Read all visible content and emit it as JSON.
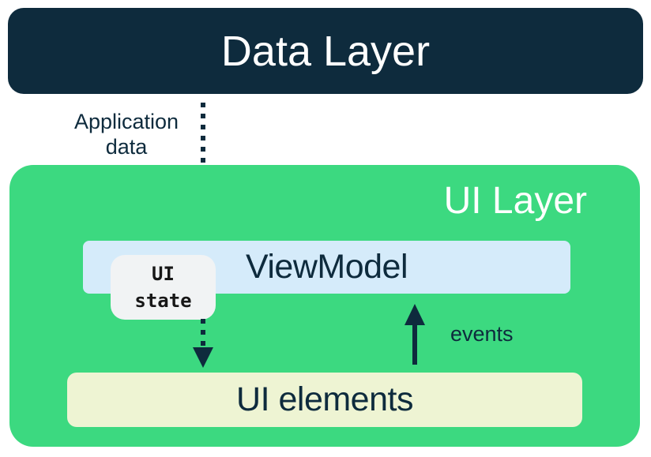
{
  "diagram": {
    "title_semantic": "Android app architecture: data layer to UI layer flow",
    "data_layer": {
      "label": "Data Layer"
    },
    "app_data_arrow": {
      "line1": "Application",
      "line2": "data",
      "direction": "down",
      "style": "dotted"
    },
    "ui_layer": {
      "label": "UI Layer"
    },
    "viewmodel": {
      "label": "ViewModel"
    },
    "ui_state": {
      "line1": "UI",
      "line2": "state"
    },
    "state_arrow": {
      "direction": "down",
      "style": "dotted"
    },
    "events_arrow": {
      "label": "events",
      "direction": "up",
      "style": "solid"
    },
    "ui_elements": {
      "label": "UI elements"
    }
  },
  "colors": {
    "dark": "#0E2B3D",
    "green": "#3CD980",
    "blue": "#D5EBFA",
    "cream": "#EEF4D3",
    "chip": "#F1F3F4",
    "chip_text": "#171717",
    "white": "#FFFFFF"
  }
}
